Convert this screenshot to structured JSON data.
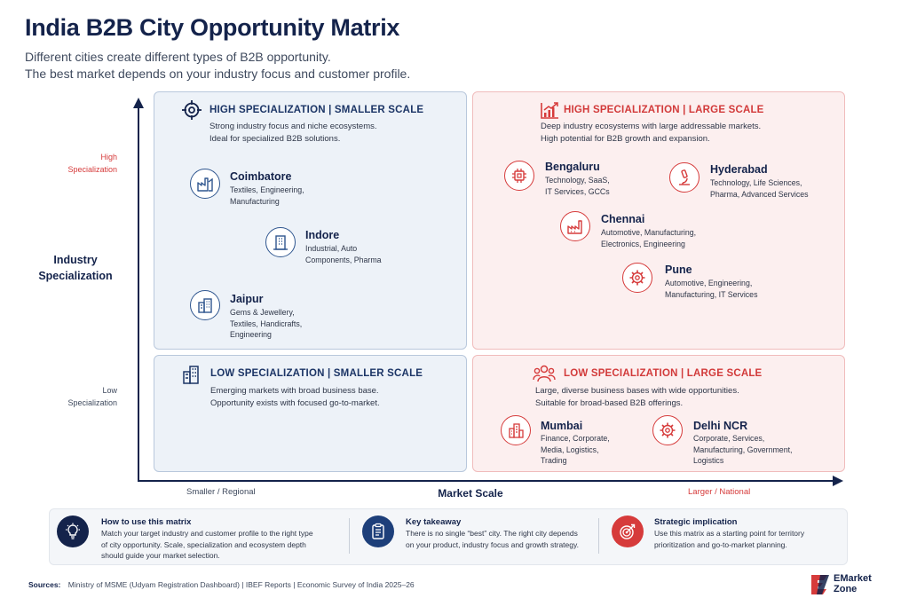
{
  "title": "India B2B City Opportunity Matrix",
  "subtitle_1": "Different cities create different types of B2B opportunity.",
  "subtitle_2": "The best market depends on your industry focus and customer profile.",
  "axes": {
    "y_title_1": "Industry",
    "y_title_2": "Specialization",
    "y_high_1": "High",
    "y_high_2": "Specialization",
    "y_low_1": "Low",
    "y_low_2": "Specialization",
    "x_title": "Market Scale",
    "x_left": "Smaller / Regional",
    "x_right": "Larger / National"
  },
  "quadrants": {
    "hs": {
      "heading": "HIGH SPECIALIZATION  |  SMALLER SCALE",
      "desc_1": "Strong industry focus and niche ecosystems.",
      "desc_2": "Ideal for specialized B2B solutions.",
      "icon": "target-icon",
      "cities": [
        {
          "name": "Coimbatore",
          "sectors_1": "Textiles, Engineering,",
          "sectors_2": "Manufacturing",
          "sectors_3": "",
          "icon": "factory-icon"
        },
        {
          "name": "Indore",
          "sectors_1": "Industrial, Auto",
          "sectors_2": "Components, Pharma",
          "sectors_3": "",
          "icon": "building-icon"
        },
        {
          "name": "Jaipur",
          "sectors_1": "Gems & Jewellery,",
          "sectors_2": "Textiles, Handicrafts,",
          "sectors_3": "Engineering",
          "icon": "buildings-icon"
        }
      ]
    },
    "hl": {
      "heading": "HIGH SPECIALIZATION  |  LARGE SCALE",
      "desc_1": "Deep industry ecosystems with large addressable markets.",
      "desc_2": "High potential for B2B growth and expansion.",
      "icon": "growth-chart-icon",
      "cities": [
        {
          "name": "Bengaluru",
          "sectors_1": "Technology, SaaS,",
          "sectors_2": "IT Services, GCCs",
          "icon": "chip-icon"
        },
        {
          "name": "Hyderabad",
          "sectors_1": "Technology, Life Sciences,",
          "sectors_2": "Pharma, Advanced Services",
          "icon": "microscope-icon"
        },
        {
          "name": "Chennai",
          "sectors_1": "Automotive, Manufacturing,",
          "sectors_2": "Electronics, Engineering",
          "icon": "factory-icon"
        },
        {
          "name": "Pune",
          "sectors_1": "Automotive, Engineering,",
          "sectors_2": "Manufacturing, IT Services",
          "icon": "gear-icon"
        }
      ]
    },
    "ls": {
      "heading": "LOW SPECIALIZATION  |  SMALLER SCALE",
      "desc_1": "Emerging markets with broad business base.",
      "desc_2": "Opportunity exists with focused go-to-market.",
      "icon": "office-building-icon"
    },
    "ll": {
      "heading": "LOW SPECIALIZATION  |  LARGE SCALE",
      "desc_1": "Large, diverse business bases with wide opportunities.",
      "desc_2": "Suitable for broad-based B2B offerings.",
      "icon": "people-group-icon",
      "cities": [
        {
          "name": "Mumbai",
          "sectors_1": "Finance, Corporate,",
          "sectors_2": "Media, Logistics,",
          "sectors_3": "Trading",
          "icon": "skyline-icon"
        },
        {
          "name": "Delhi NCR",
          "sectors_1": "Corporate, Services,",
          "sectors_2": "Manufacturing, Government,",
          "sectors_3": "Logistics",
          "icon": "gear-icon"
        }
      ]
    }
  },
  "panel": [
    {
      "title": "How to use this matrix",
      "text_1": "Match your target industry and customer profile to the right type",
      "text_2": "of city opportunity. Scale, specialization and ecosystem depth",
      "text_3": "should guide your market selection.",
      "icon": "lightbulb-icon",
      "color": "#14234b"
    },
    {
      "title": "Key takeaway",
      "text_1": "There is no single “best” city. The right city depends",
      "text_2": "on your product, industry focus and growth strategy.",
      "text_3": "",
      "icon": "clipboard-icon",
      "color": "#1d3f7a"
    },
    {
      "title": "Strategic implication",
      "text_1": "Use this matrix as a starting point for territory",
      "text_2": "prioritization and go-to-market planning.",
      "text_3": "",
      "icon": "target-icon",
      "color": "#d63b3b"
    }
  ],
  "sources": {
    "label": "Sources:",
    "text": "Ministry of MSME (Udyam Registration Dashboard)  |  IBEF Reports  |  Economic Survey of India 2025–26"
  },
  "logo": {
    "line1": "EMarket",
    "line2": "Zone"
  },
  "colors": {
    "navy": "#14234b",
    "red": "#d63b3b",
    "blue_bg": "#edf2f8",
    "red_bg": "#fcefef"
  }
}
